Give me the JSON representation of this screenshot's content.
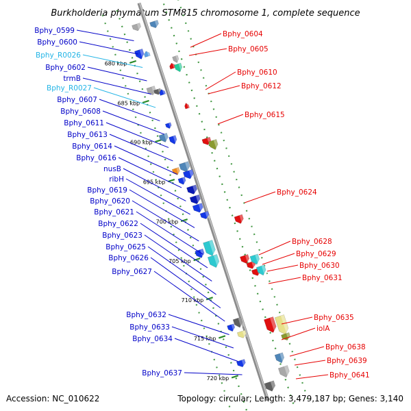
{
  "title": "Burkholderia phymatum STM815 chromosome 1, complete sequence",
  "accession_text": "Accession: NC_010622",
  "topology_text": "Topology: circular; Length: 3,479,187 bp; Genes: 3,140",
  "colors": {
    "left_label": "#0000c8",
    "rna_label": "#22b4e6",
    "right_label": "#e60000",
    "backbone": "#8c8c8c",
    "tick_dots": "#2a8a2a"
  },
  "ticks": [
    "680 kbp",
    "685 kbp",
    "690 kbp",
    "695 kbp",
    "700 kbp",
    "705 kbp",
    "710 kbp",
    "715 kbp",
    "720 kbp"
  ],
  "left_labels": [
    {
      "text": "Bphy_0599",
      "kind": "gene"
    },
    {
      "text": "Bphy_0600",
      "kind": "gene"
    },
    {
      "text": "Bphy_R0026",
      "kind": "rna"
    },
    {
      "text": "Bphy_0602",
      "kind": "gene"
    },
    {
      "text": "trmB",
      "kind": "gene"
    },
    {
      "text": "Bphy_R0027",
      "kind": "rna"
    },
    {
      "text": "Bphy_0607",
      "kind": "gene"
    },
    {
      "text": "Bphy_0608",
      "kind": "gene"
    },
    {
      "text": "Bphy_0611",
      "kind": "gene"
    },
    {
      "text": "Bphy_0613",
      "kind": "gene"
    },
    {
      "text": "Bphy_0614",
      "kind": "gene"
    },
    {
      "text": "Bphy_0616",
      "kind": "gene"
    },
    {
      "text": "nusB",
      "kind": "gene"
    },
    {
      "text": "ribH",
      "kind": "gene"
    },
    {
      "text": "Bphy_0619",
      "kind": "gene"
    },
    {
      "text": "Bphy_0620",
      "kind": "gene"
    },
    {
      "text": "Bphy_0621",
      "kind": "gene"
    },
    {
      "text": "Bphy_0622",
      "kind": "gene"
    },
    {
      "text": "Bphy_0623",
      "kind": "gene"
    },
    {
      "text": "Bphy_0625",
      "kind": "gene"
    },
    {
      "text": "Bphy_0626",
      "kind": "gene"
    },
    {
      "text": "Bphy_0627",
      "kind": "gene"
    },
    {
      "text": "Bphy_0632",
      "kind": "gene"
    },
    {
      "text": "Bphy_0633",
      "kind": "gene"
    },
    {
      "text": "Bphy_0634",
      "kind": "gene"
    },
    {
      "text": "Bphy_0637",
      "kind": "gene"
    }
  ],
  "right_labels": [
    {
      "text": "Bphy_0604"
    },
    {
      "text": "Bphy_0605"
    },
    {
      "text": "Bphy_0610"
    },
    {
      "text": "Bphy_0612"
    },
    {
      "text": "Bphy_0615"
    },
    {
      "text": "Bphy_0624"
    },
    {
      "text": "Bphy_0628"
    },
    {
      "text": "Bphy_0629"
    },
    {
      "text": "Bphy_0630"
    },
    {
      "text": "Bphy_0631"
    },
    {
      "text": "Bphy_0635"
    },
    {
      "text": "iolA"
    },
    {
      "text": "Bphy_0638"
    },
    {
      "text": "Bphy_0639"
    },
    {
      "text": "Bphy_0641"
    }
  ]
}
